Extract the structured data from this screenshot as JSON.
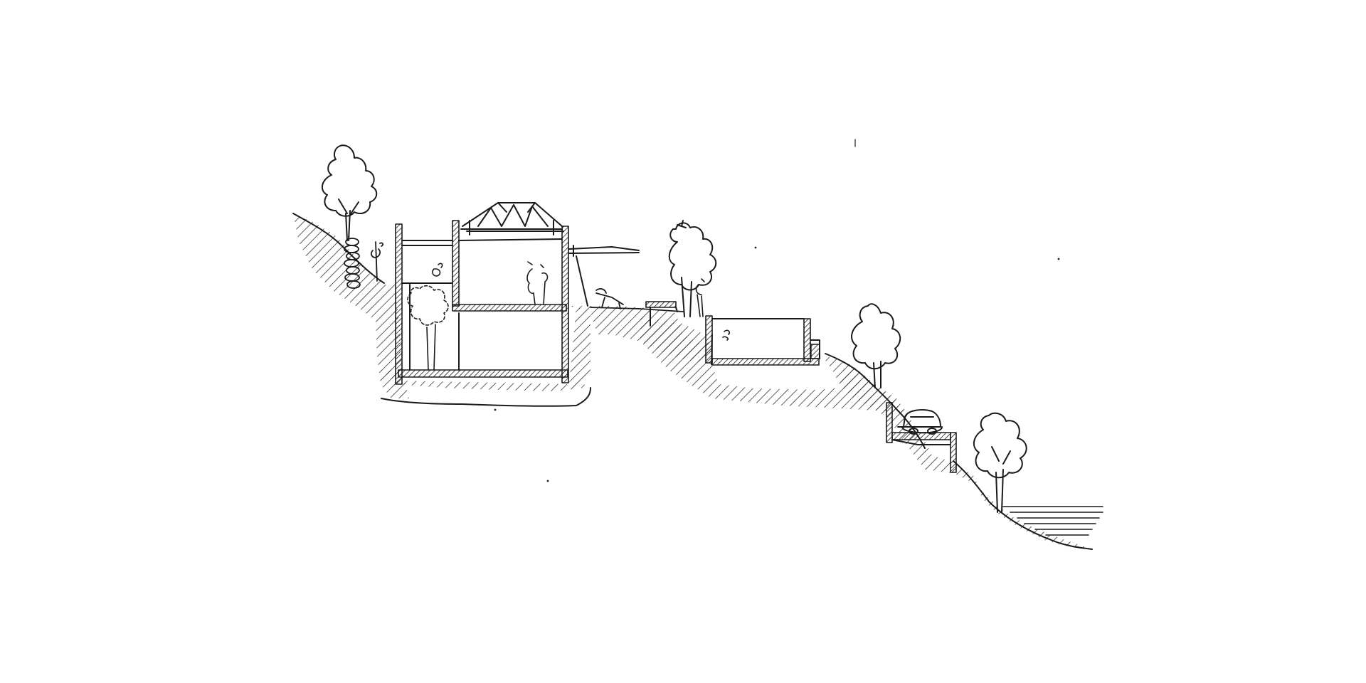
{
  "drawing": {
    "ink_color": "#1a1a1a",
    "paper_color": "#ffffff",
    "elements": [
      {
        "name": "left-hill-tree-icon",
        "kind": "tree"
      },
      {
        "name": "stacked-stone-column-icon",
        "kind": "stone-stack"
      },
      {
        "name": "house-section",
        "kind": "building"
      },
      {
        "name": "roof-truss",
        "kind": "structure"
      },
      {
        "name": "cantilever-canopy",
        "kind": "structure"
      },
      {
        "name": "lounge-chair-icon",
        "kind": "furniture"
      },
      {
        "name": "terrace-bench-icon",
        "kind": "furniture"
      },
      {
        "name": "terrace-tree-icon",
        "kind": "tree"
      },
      {
        "name": "swimming-pool-section",
        "kind": "pool"
      },
      {
        "name": "slope-tree-icon",
        "kind": "tree"
      },
      {
        "name": "car-icon",
        "kind": "vehicle"
      },
      {
        "name": "road-retaining-wall",
        "kind": "structure"
      },
      {
        "name": "lower-tree-icon",
        "kind": "tree"
      },
      {
        "name": "water-lines",
        "kind": "water"
      }
    ]
  }
}
